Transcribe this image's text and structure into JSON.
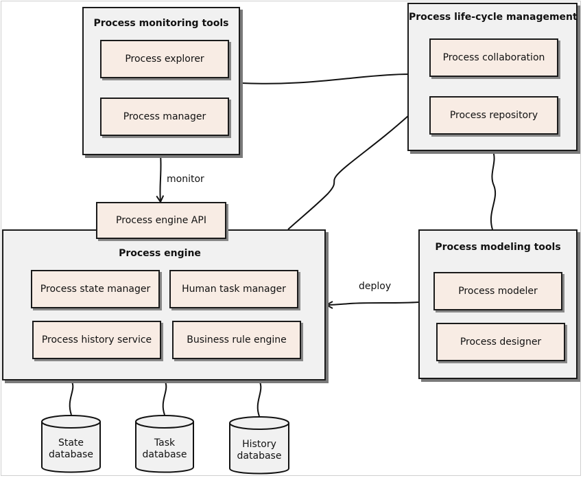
{
  "monitoring": {
    "title": "Process monitoring tools",
    "items": [
      "Process explorer",
      "Process manager"
    ]
  },
  "lifecycle": {
    "title": "Process life-cycle management",
    "items": [
      "Process collaboration",
      "Process repository"
    ]
  },
  "api": {
    "label": "Process engine API"
  },
  "engine": {
    "title": "Process engine",
    "items": [
      "Process state manager",
      "Human task manager",
      "Process history service",
      "Business rule engine"
    ]
  },
  "modeling": {
    "title": "Process modeling tools",
    "items": [
      "Process modeler",
      "Process designer"
    ]
  },
  "edges": {
    "monitor": "monitor",
    "deploy": "deploy"
  },
  "databases": [
    {
      "line1": "State",
      "line2": "database"
    },
    {
      "line1": "Task",
      "line2": "database"
    },
    {
      "line1": "History",
      "line2": "database"
    }
  ]
}
